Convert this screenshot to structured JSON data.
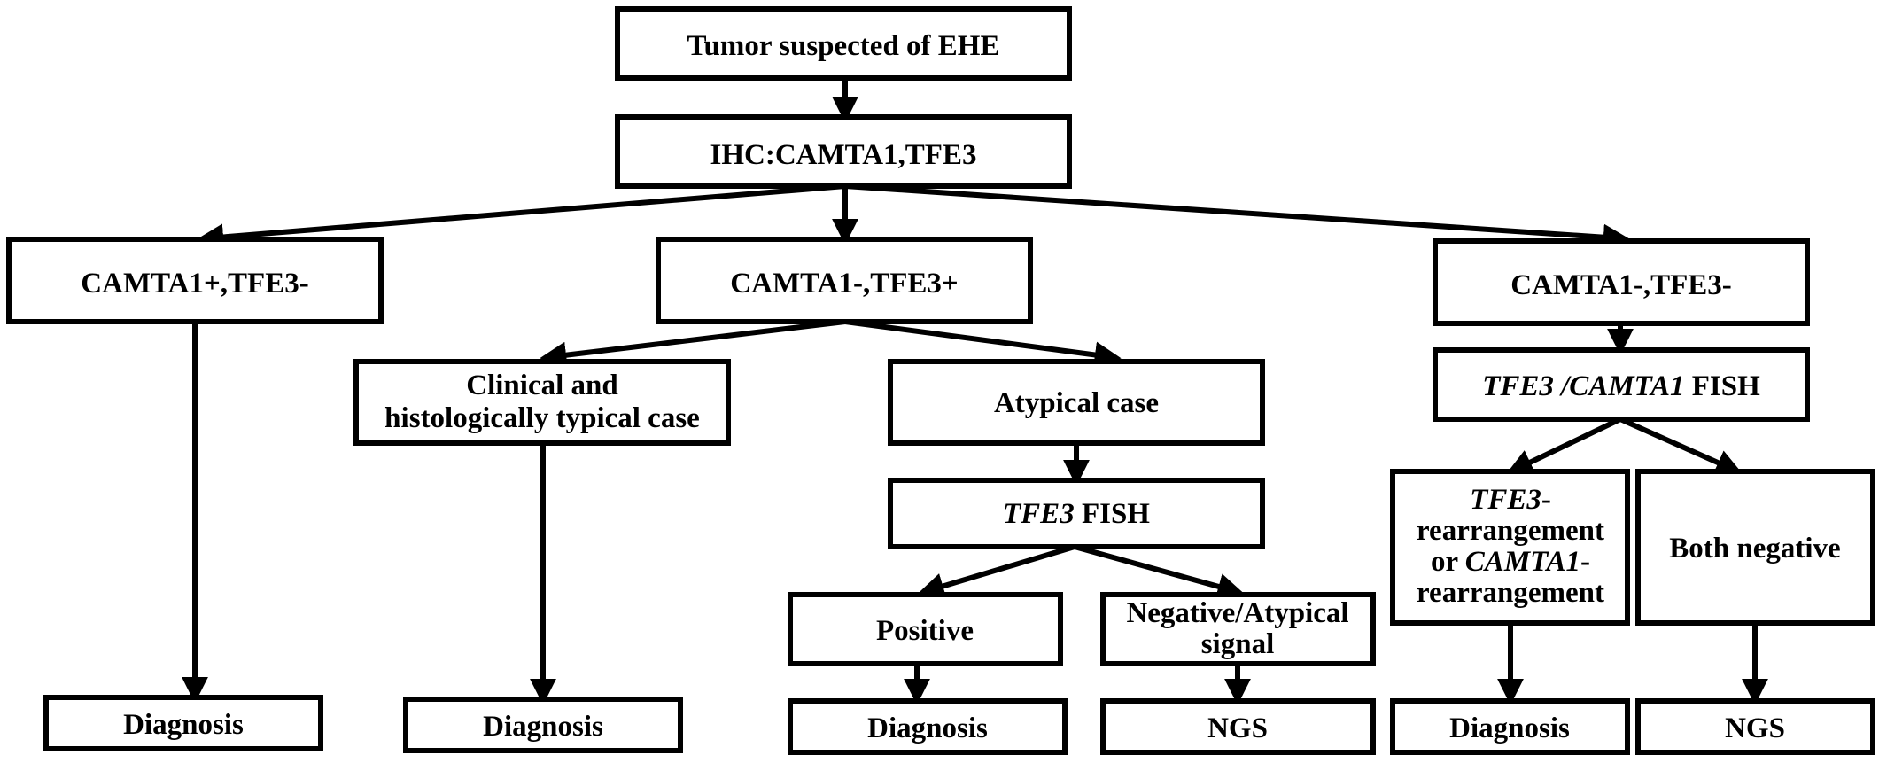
{
  "nodes": {
    "tumor": "Tumor suspected of EHE",
    "ihc": "IHC:CAMTA1,TFE3",
    "camta1_pos": "CAMTA1+,TFE3-",
    "tfe3_pos": "CAMTA1-,TFE3+",
    "double_neg": "CAMTA1-,TFE3-",
    "typical_line1": "Clinical and",
    "typical_line2": "histologically typical case",
    "atypical": "Atypical case",
    "tfe3_fish_gene": "TFE3",
    "tfe3_fish_suffix": " FISH",
    "fish_both_gene1": "TFE3 /CAMTA1",
    "fish_both_suffix": " FISH",
    "positive": "Positive",
    "neg_atyp_line1": "Negative/Atypical",
    "neg_atyp_line2": "signal",
    "rearr_line1_gene": "TFE3",
    "rearr_line1_suffix": "-",
    "rearr_line2": "rearrangement",
    "rearr_line3_prefix": "or ",
    "rearr_line3_gene": "CAMTA1",
    "rearr_line3_suffix": "-",
    "rearr_line4": "rearrangement",
    "both_negative": "Both negative",
    "diagnosis_1": "Diagnosis",
    "diagnosis_2": "Diagnosis",
    "diagnosis_3": "Diagnosis",
    "ngs_1": "NGS",
    "diagnosis_4": "Diagnosis",
    "ngs_2": "NGS"
  },
  "colors": {
    "stroke": "#000000",
    "background": "#ffffff",
    "text": "#000000"
  }
}
